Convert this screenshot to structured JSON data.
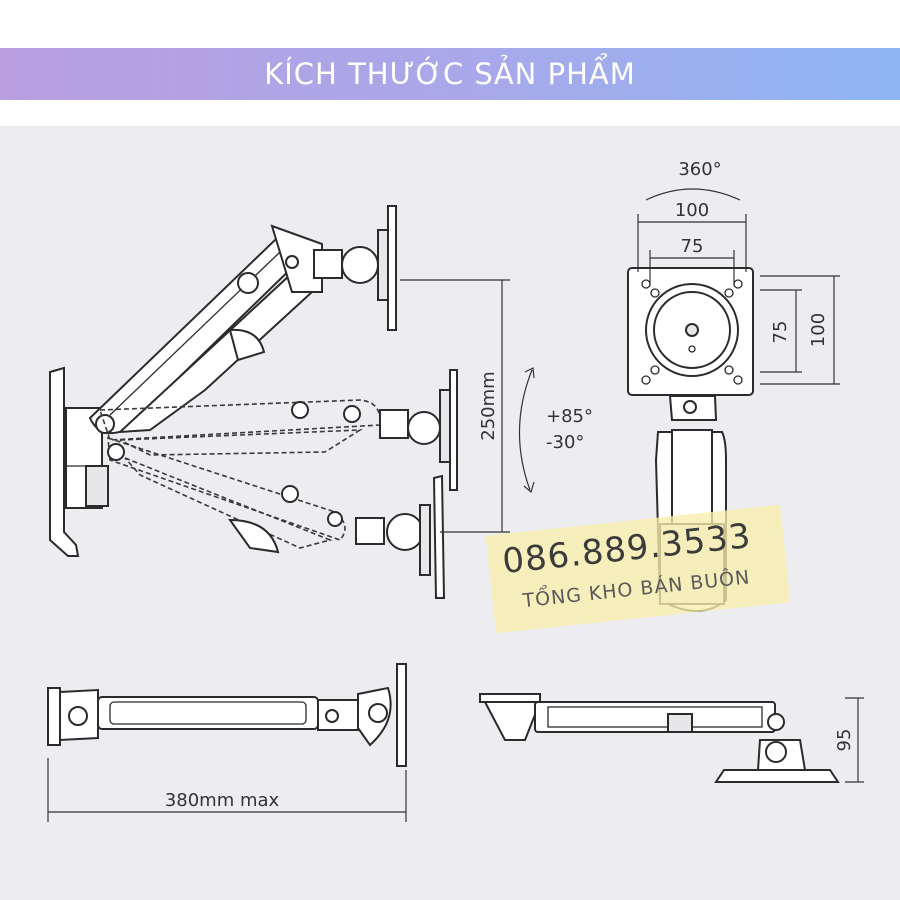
{
  "header": {
    "title": "KÍCH THƯỚC SẢN PHẨM"
  },
  "dimensions": {
    "rotation": "360°",
    "vesa_outer_w": "100",
    "vesa_inner_w": "75",
    "vesa_inner_h": "75",
    "vesa_outer_h": "100",
    "height_range": "250mm",
    "tilt_up": "+85°",
    "tilt_down": "-30°",
    "reach": "380mm max",
    "depth": "95"
  },
  "watermark": {
    "phone": "086.889.3533",
    "shop": "TỔNG KHO BÁN BUÔN"
  },
  "colors": {
    "banner_start": "#b99ee0",
    "banner_end": "#8eb6f3",
    "panel_bg": "#ededf1",
    "watermark_bg": "#f8eeac"
  }
}
